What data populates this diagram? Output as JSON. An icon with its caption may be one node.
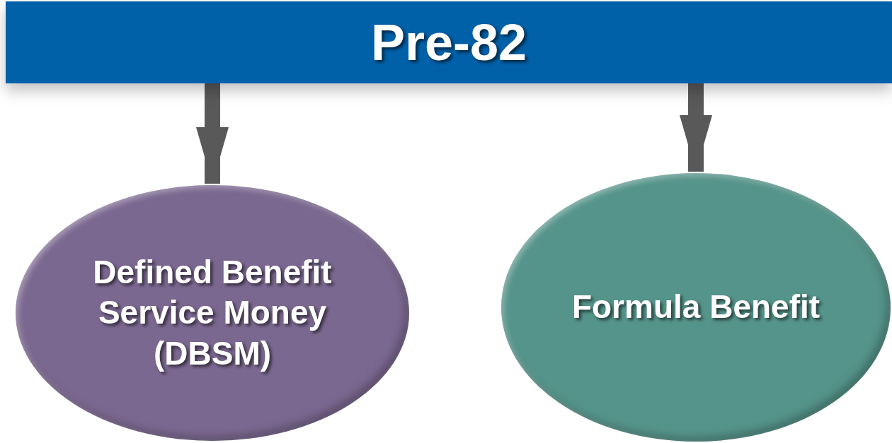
{
  "diagram": {
    "nodes": [
      {
        "text": [
          "Pre-82"
        ]
      },
      {
        "text": [
          "Defined Benefit Service Money (DBSM)"
        ]
      },
      {
        "text": [
          "Formula Benefit"
        ]
      }
    ],
    "edges": [
      {
        "from": 0,
        "to": 1,
        "arrow": "to"
      },
      {
        "from": 0,
        "to": 2,
        "arrow": "to"
      }
    ]
  }
}
